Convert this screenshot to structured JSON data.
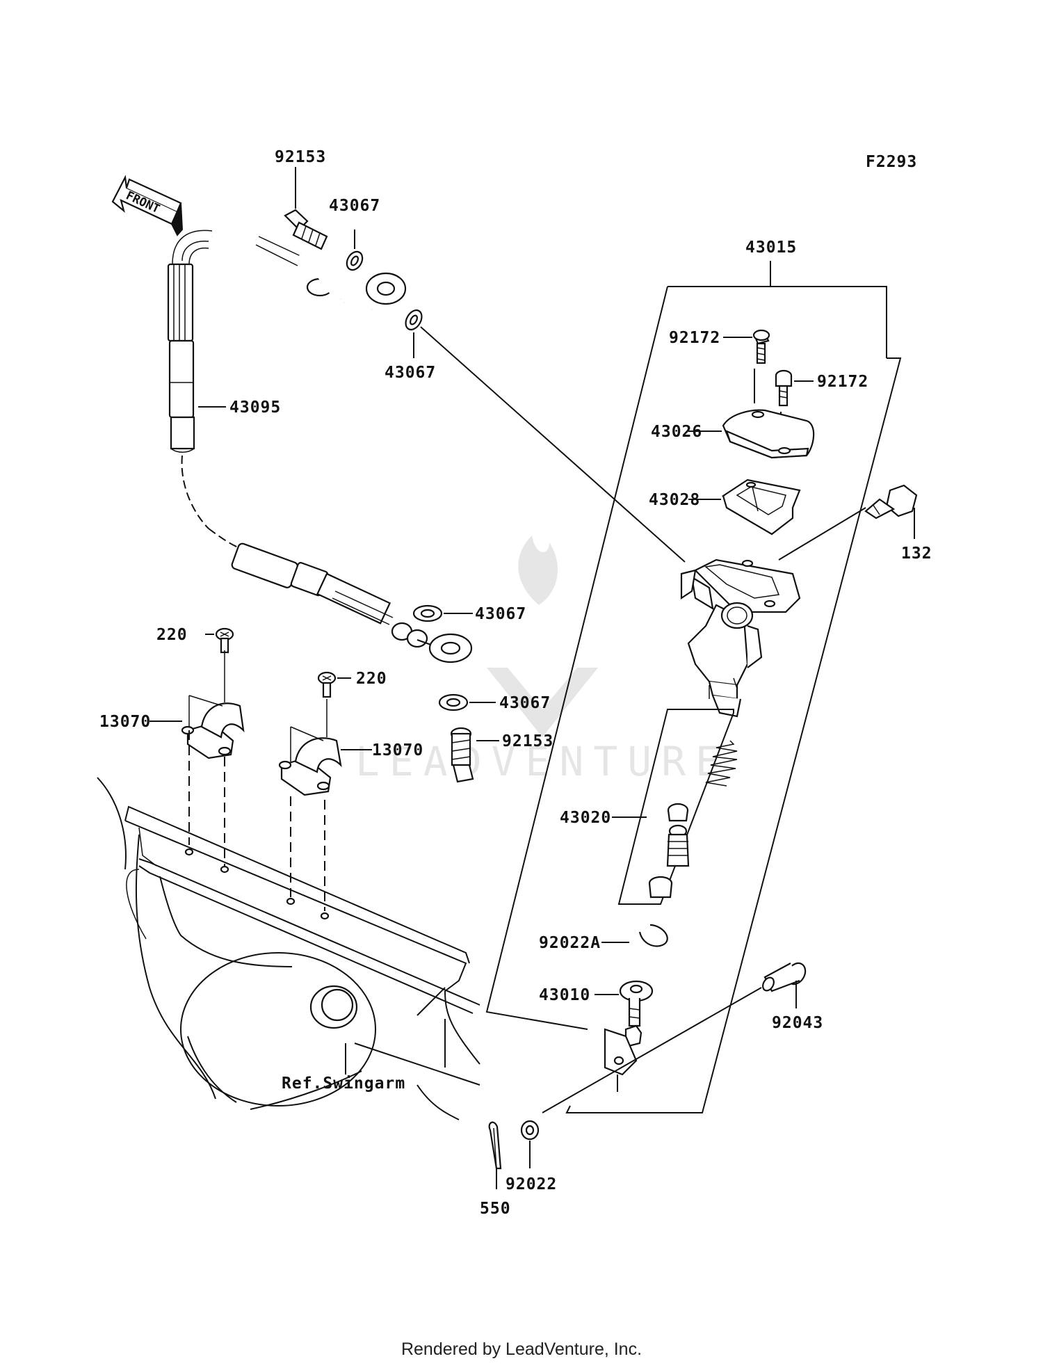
{
  "diagram": {
    "code": "F2293",
    "front_label": "FRONT",
    "ref_label": "Ref.Swingarm",
    "footer": "Rendered by LeadVenture, Inc.",
    "watermark": "LEADVENTURE"
  },
  "labels": {
    "p92153_top": "92153",
    "p43067_a": "43067",
    "p43067_b": "43067",
    "p43095": "43095",
    "p43067_c": "43067",
    "p43067_d": "43067",
    "p92153_bot": "92153",
    "p220_a": "220",
    "p220_b": "220",
    "p13070_a": "13070",
    "p13070_b": "13070",
    "p43015": "43015",
    "p92172_a": "92172",
    "p92172_b": "92172",
    "p43026": "43026",
    "p43028": "43028",
    "p132": "132",
    "p43020": "43020",
    "p92022A": "92022A",
    "p43010": "43010",
    "p92043": "92043",
    "p550": "550",
    "p92022": "92022"
  }
}
